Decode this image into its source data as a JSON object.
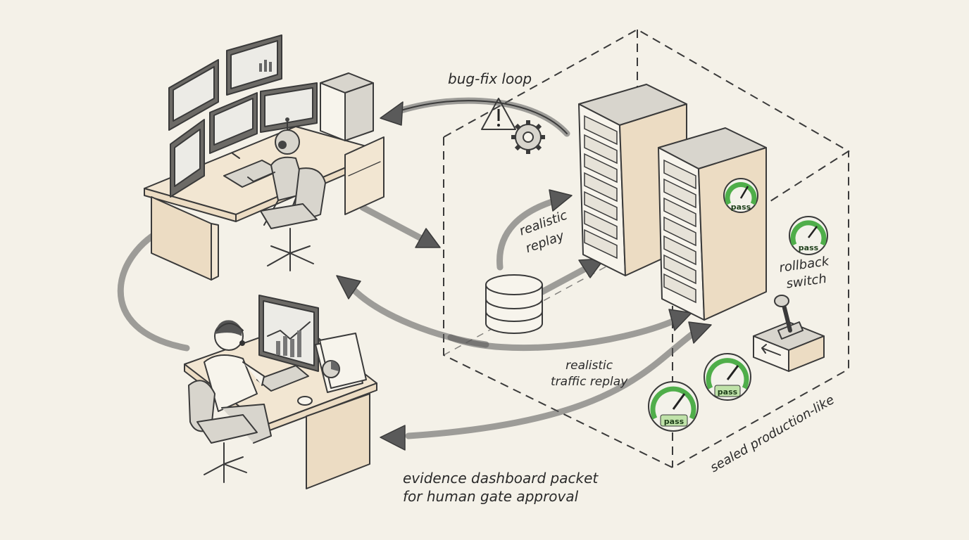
{
  "labels": {
    "bug_fix_loop": "bug-fix loop",
    "realistic_replay": "realistic\nreplay",
    "rollback_switch": "rollback\nswitch",
    "traffic_replay": "realistic\ntraffic replay",
    "sealed": "sealed production-like",
    "evidence": "evidence dashboard packet\nfor human gate approval"
  },
  "gauges": [
    {
      "text": "pass"
    },
    {
      "text": "pass"
    },
    {
      "text": "pass"
    },
    {
      "text": "pass"
    }
  ],
  "icons": [
    "warning-icon",
    "gear-icon",
    "database-icon",
    "robot-icon",
    "human-operator-icon",
    "server-rack-icon",
    "rollback-lever-icon"
  ],
  "colors": {
    "background": "#f4f1e8",
    "gauge_green": "#4fae4a",
    "ink": "#3a3a3a",
    "desk_wood": "#ecdcc3"
  }
}
